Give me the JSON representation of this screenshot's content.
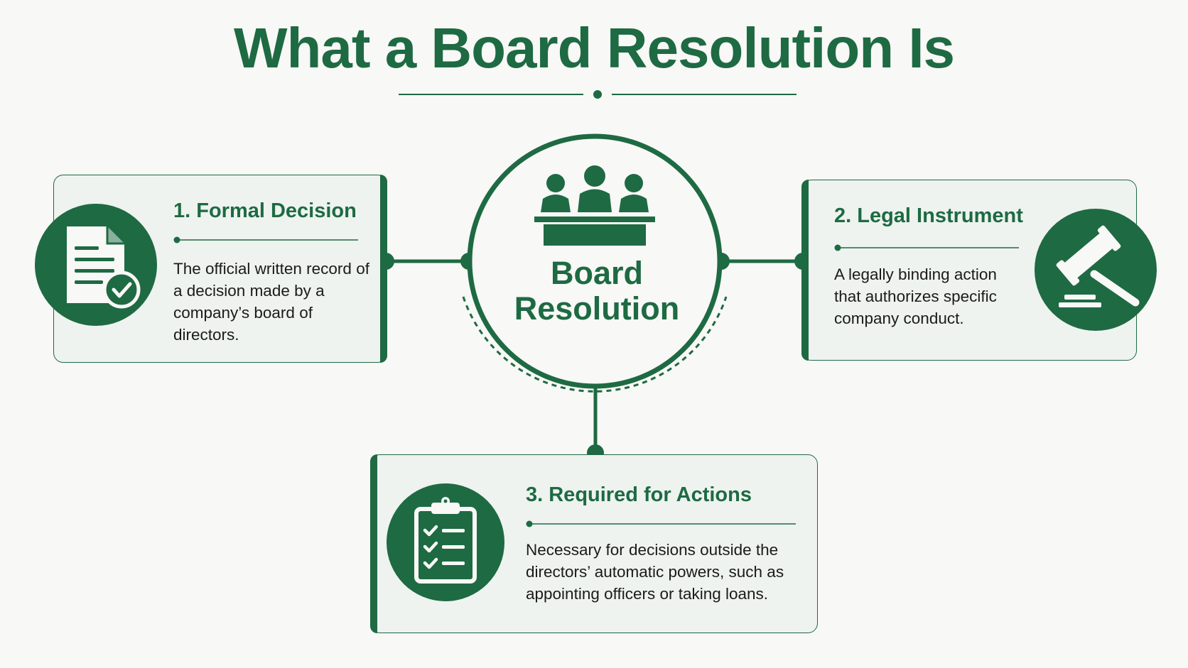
{
  "title": "What a Board Resolution Is",
  "center": {
    "line1": "Board",
    "line2": "Resolution",
    "icon": "board-meeting-icon"
  },
  "cards": [
    {
      "heading": "1. Formal Decision",
      "body": "The official written record of a decision made by a company’s board of directors.",
      "icon": "document-check-icon"
    },
    {
      "heading": "2. Legal Instrument",
      "body": "A legally binding action that authorizes specific company conduct.",
      "icon": "gavel-icon"
    },
    {
      "heading": "3. Required for Actions",
      "body": "Necessary for decisions outside the directors’ automatic powers, such as appointing officers or taking loans.",
      "icon": "clipboard-checklist-icon"
    }
  ],
  "colors": {
    "primary": "#1e6a43",
    "card_fill": "#eef3ef",
    "background": "#f8f8f6",
    "text": "#1b1b1b"
  }
}
